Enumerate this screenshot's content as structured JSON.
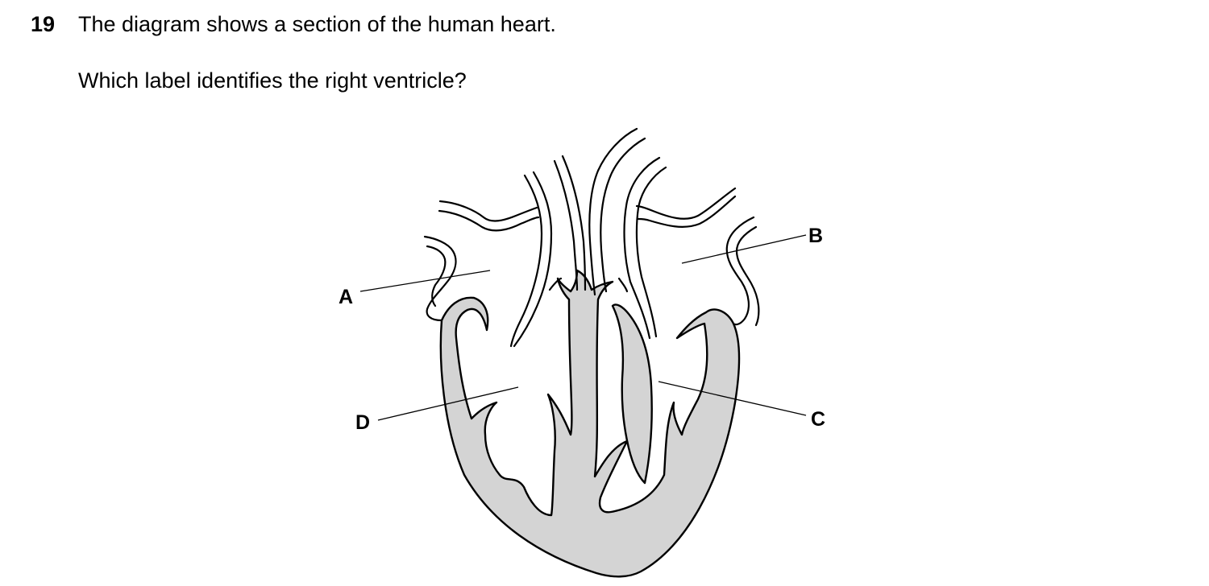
{
  "question": {
    "number": "19",
    "stem": "The diagram shows a section of the human heart.",
    "prompt": "Which label identifies the right ventricle?"
  },
  "diagram": {
    "labels": {
      "a": "A",
      "b": "B",
      "c": "C",
      "d": "D"
    },
    "colors": {
      "wall_fill": "#d4d4d4",
      "outline": "#000000",
      "background": "#ffffff"
    }
  }
}
